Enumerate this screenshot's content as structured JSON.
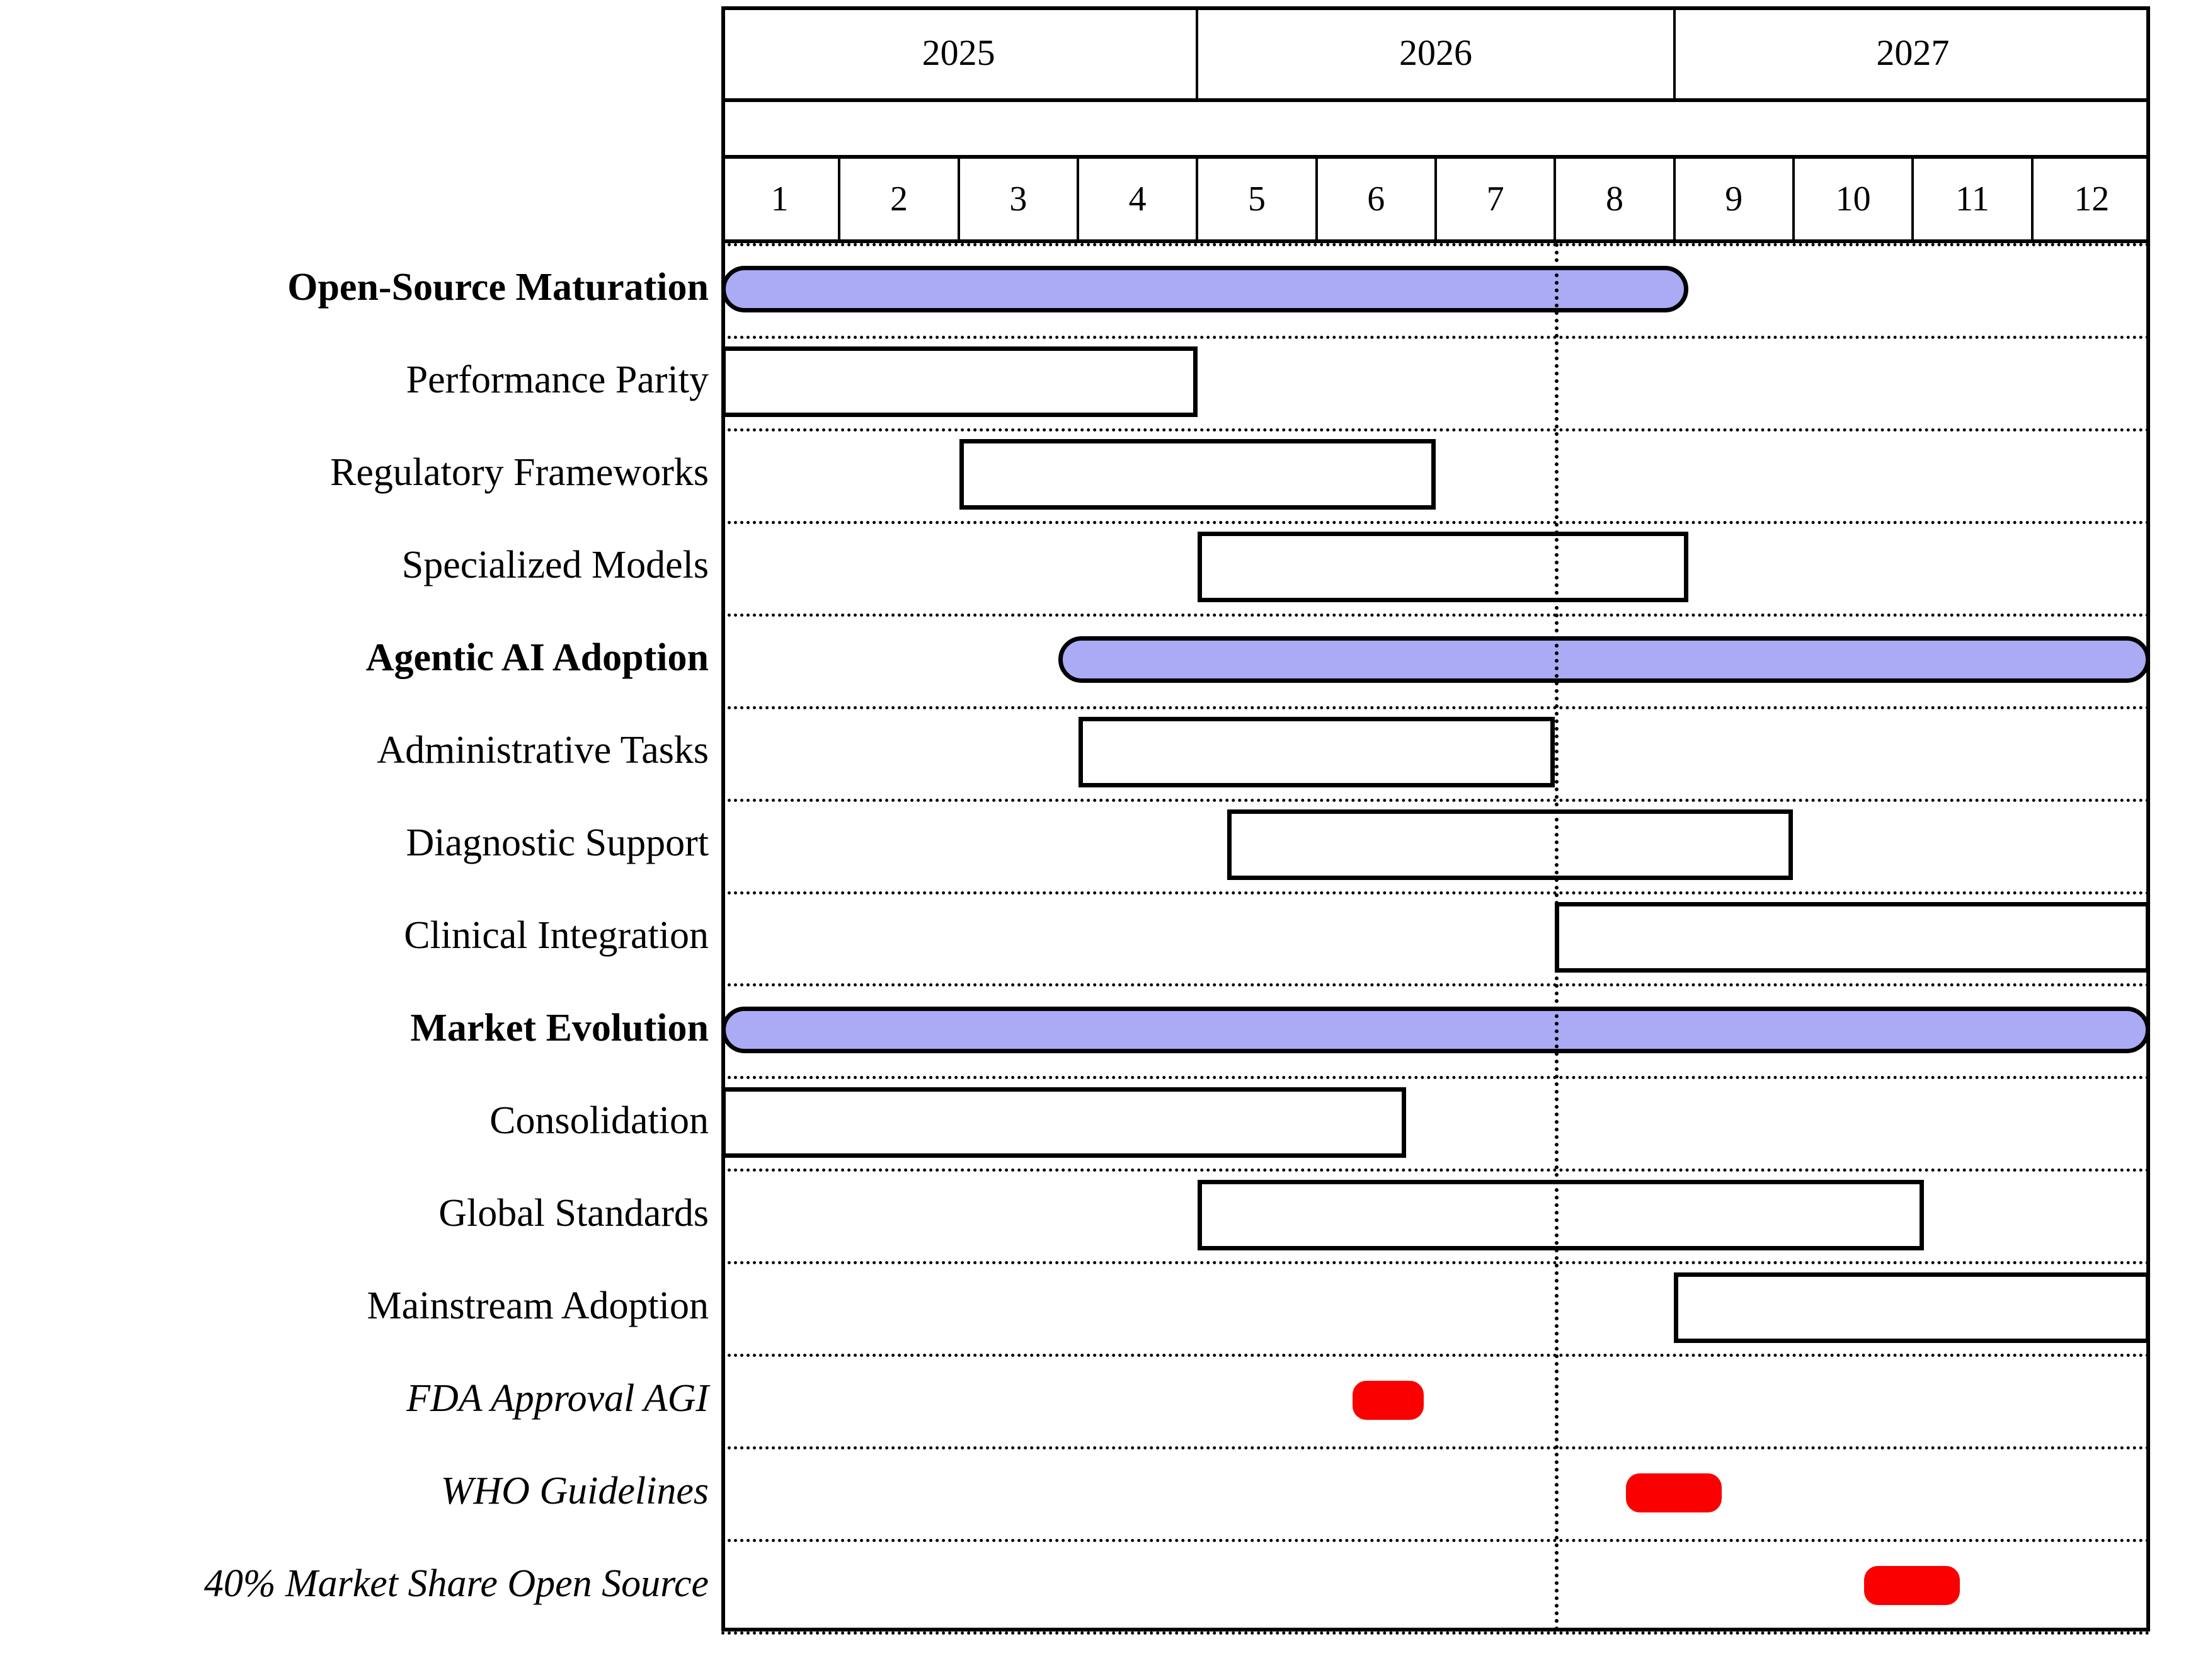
{
  "chart_data": {
    "type": "gantt",
    "title": "",
    "timeline": {
      "years": [
        "2025",
        "2026",
        "2027"
      ],
      "periods": [
        "1",
        "2",
        "3",
        "4",
        "5",
        "6",
        "7",
        "8",
        "9",
        "10",
        "11",
        "12"
      ],
      "periods_per_year": 4,
      "unit_count": 12,
      "today_marker_unit": 7
    },
    "colors": {
      "group_bar_fill": "#aaaaf5",
      "milestone_fill": "#fa0000",
      "task_bar_fill": "#ffffff",
      "outline": "#000000"
    },
    "rows": [
      {
        "label": "Open-Source Maturation",
        "kind": "group",
        "start": 0,
        "end": 8.12
      },
      {
        "label": "Performance Parity",
        "kind": "task",
        "start": 0,
        "end": 4.0
      },
      {
        "label": "Regulatory Frameworks",
        "kind": "task",
        "start": 2.0,
        "end": 6.0
      },
      {
        "label": "Specialized Models",
        "kind": "task",
        "start": 4.0,
        "end": 8.12
      },
      {
        "label": "Agentic AI Adoption",
        "kind": "group",
        "start": 2.83,
        "end": 12.0
      },
      {
        "label": "Administrative Tasks",
        "kind": "task",
        "start": 3.0,
        "end": 7.0
      },
      {
        "label": "Diagnostic Support",
        "kind": "task",
        "start": 4.25,
        "end": 9.0
      },
      {
        "label": "Clinical Integration",
        "kind": "task",
        "start": 7.0,
        "end": 12.0
      },
      {
        "label": "Market Evolution",
        "kind": "group",
        "start": 0,
        "end": 12.0
      },
      {
        "label": "Consolidation",
        "kind": "task",
        "start": 0,
        "end": 5.75
      },
      {
        "label": "Global Standards",
        "kind": "task",
        "start": 4.0,
        "end": 10.1
      },
      {
        "label": "Mainstream Adoption",
        "kind": "task",
        "start": 8.0,
        "end": 12.0
      },
      {
        "label": "FDA Approval AGI",
        "kind": "milestone",
        "start": 5.3,
        "end": 5.9
      },
      {
        "label": "WHO Guidelines",
        "kind": "milestone",
        "start": 7.6,
        "end": 8.4
      },
      {
        "label": "40% Market Share Open Source",
        "kind": "milestone",
        "start": 9.6,
        "end": 10.4
      }
    ]
  }
}
